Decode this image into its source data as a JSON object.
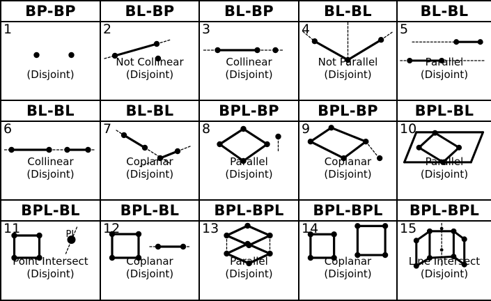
{
  "cells": [
    {
      "header": "BP-BP",
      "num": "1",
      "label1": "",
      "label2": "(Disjoint)"
    },
    {
      "header": "BL-BP",
      "num": "2",
      "label1": "Not Collinear",
      "label2": "(Disjoint)"
    },
    {
      "header": "BL-BP",
      "num": "3",
      "label1": "Collinear",
      "label2": "(Disjoint)"
    },
    {
      "header": "BL-BL",
      "num": "4",
      "label1": "Not Parallel",
      "label2": "(Disjoint)"
    },
    {
      "header": "BL-BL",
      "num": "5",
      "label1": "Parallel",
      "label2": "(Disjoint)"
    },
    {
      "header": "BL-BL",
      "num": "6",
      "label1": "Collinear",
      "label2": "(Disjoint)"
    },
    {
      "header": "BL-BL",
      "num": "7",
      "label1": "Coplanar",
      "label2": "(Disjoint)"
    },
    {
      "header": "BPL-BP",
      "num": "8",
      "label1": "Parallel",
      "label2": "(Disjoint)"
    },
    {
      "header": "BPL-BP",
      "num": "9",
      "label1": "Coplanar",
      "label2": "(Disjoint)"
    },
    {
      "header": "BPL-BL",
      "num": "10",
      "label1": "Parallel",
      "label2": "(Disjoint)"
    },
    {
      "header": "BPL-BL",
      "num": "11",
      "label1": "Point Intersect",
      "label2": "(Disjoint)",
      "annotation": "PI"
    },
    {
      "header": "BPL-BL",
      "num": "12",
      "label1": "Coplanar",
      "label2": "(Disjoint)"
    },
    {
      "header": "BPL-BPL",
      "num": "13",
      "label1": "Parallel",
      "label2": "(Disjoint)"
    },
    {
      "header": "BPL-BPL",
      "num": "14",
      "label1": "Coplanar",
      "label2": "(Disjoint)"
    },
    {
      "header": "BPL-BPL",
      "num": "15",
      "label1": "Line Intersect",
      "label2": "(Disjoint)"
    }
  ]
}
